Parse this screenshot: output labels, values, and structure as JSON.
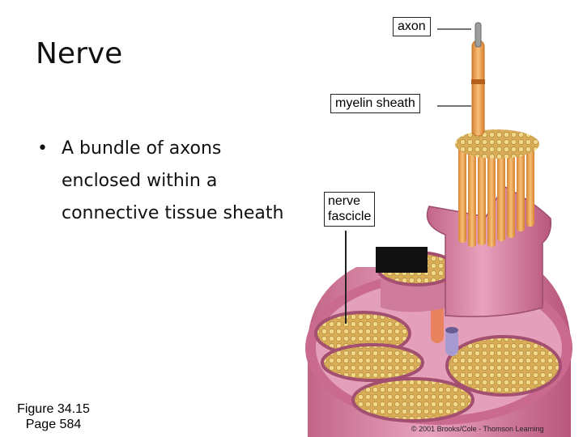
{
  "slide": {
    "title": "Nerve",
    "bullets": [
      "A bundle of axons enclosed within a connective tissue sheath"
    ],
    "bullet_glyph": "•",
    "figure_caption": {
      "line1": "Figure 34.15",
      "line2": "Page 584"
    }
  },
  "labels": {
    "axon": "axon",
    "myelin_sheath": "myelin sheath",
    "nerve_fascicle_line1": "nerve",
    "nerve_fascicle_line2": "fascicle"
  },
  "copyright": "© 2001 Brooks/Cole - Thomson Learning",
  "colors": {
    "tissue_pink": "#d98aa8",
    "tissue_dark": "#b7607f",
    "axon_orange": "#f0a653",
    "fascicle_dots": "#e9c56a"
  }
}
